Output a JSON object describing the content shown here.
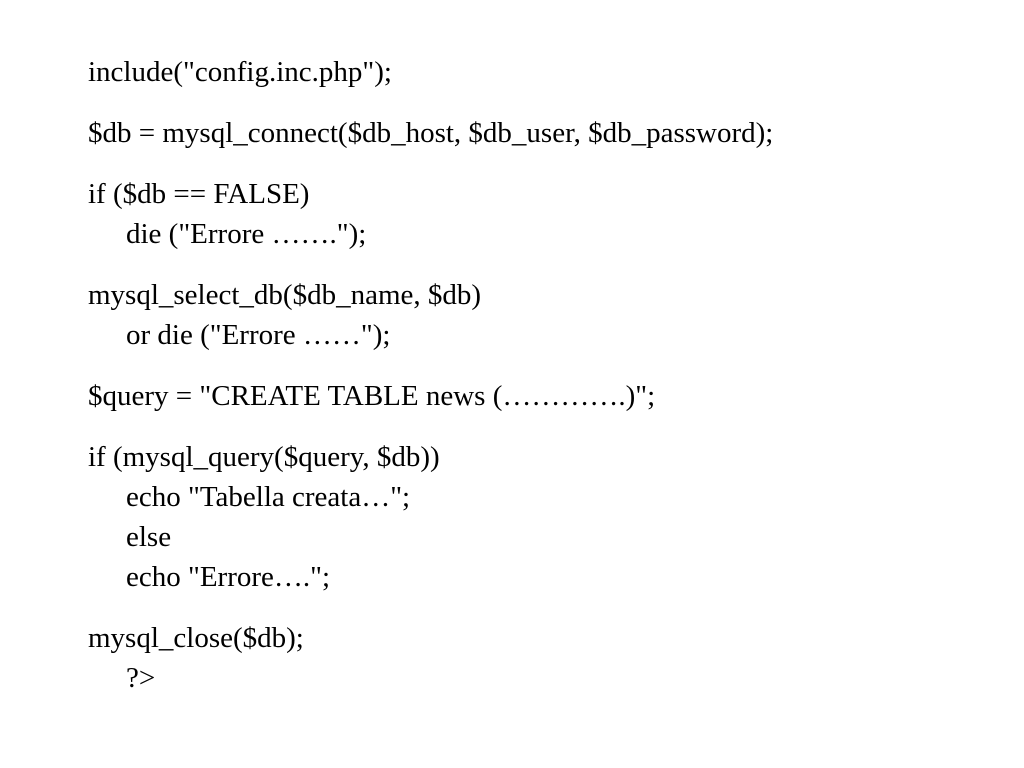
{
  "slide": {
    "code_lines": {
      "include": "include(\"config.inc.php\");",
      "connect": "$db = mysql_connect($db_host, $db_user, $db_password);",
      "if_db_false": "if ($db == FALSE)",
      "die_1": "die (\"Errore …….\");",
      "select_db": "mysql_select_db($db_name, $db)",
      "or_die": "or die (\"Errore ……\");",
      "query": "$query = \"CREATE TABLE news (………….)\";",
      "if_query": "if (mysql_query($query, $db))",
      "echo_created": "echo \"Tabella creata…\";",
      "else": "else",
      "echo_error": "echo \"Errore….\";",
      "close": "mysql_close($db);",
      "php_close": "?>"
    }
  }
}
